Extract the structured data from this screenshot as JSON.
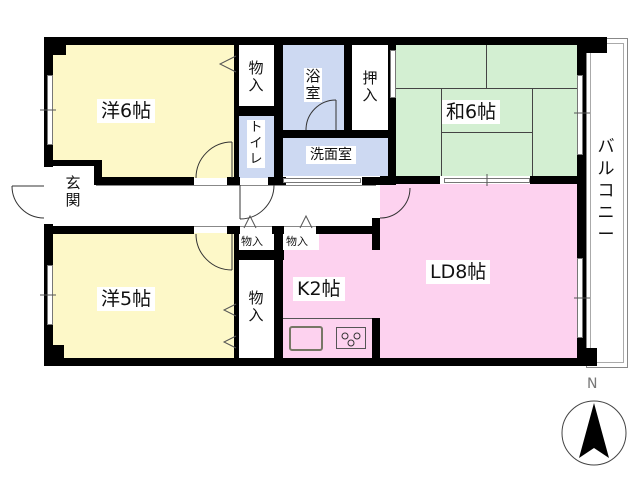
{
  "floorplan": {
    "colors": {
      "western_room": "#fdf8c8",
      "japanese_room": "#d3efd2",
      "ldk": "#fdd2ef",
      "wet_area": "#cdd9f2",
      "wall": "#000000",
      "storage": "#ffffff"
    },
    "rooms": {
      "western_6": {
        "label": "洋6帖"
      },
      "western_5": {
        "label": "洋5帖"
      },
      "japanese_6": {
        "label": "和6帖"
      },
      "ld": {
        "label": "LD8帖"
      },
      "kitchen": {
        "label": "K2帖"
      },
      "bath": {
        "label": "浴室"
      },
      "washroom": {
        "label": "洗面室"
      },
      "toilet": {
        "label": "トイレ"
      },
      "entrance": {
        "label": "玄関"
      },
      "closet_top": {
        "label": "物入"
      },
      "oshiire": {
        "label": "押入"
      },
      "closet_small_1": {
        "label": "物入"
      },
      "closet_small_2": {
        "label": "物入"
      },
      "closet_mid": {
        "label": "物入"
      },
      "balcony": {
        "label": "バルコニー"
      }
    },
    "compass": {
      "label": "N",
      "icon": "north-arrow-icon"
    },
    "fixtures": {
      "sink": "sink-icon",
      "stove": "stove-icon"
    }
  }
}
